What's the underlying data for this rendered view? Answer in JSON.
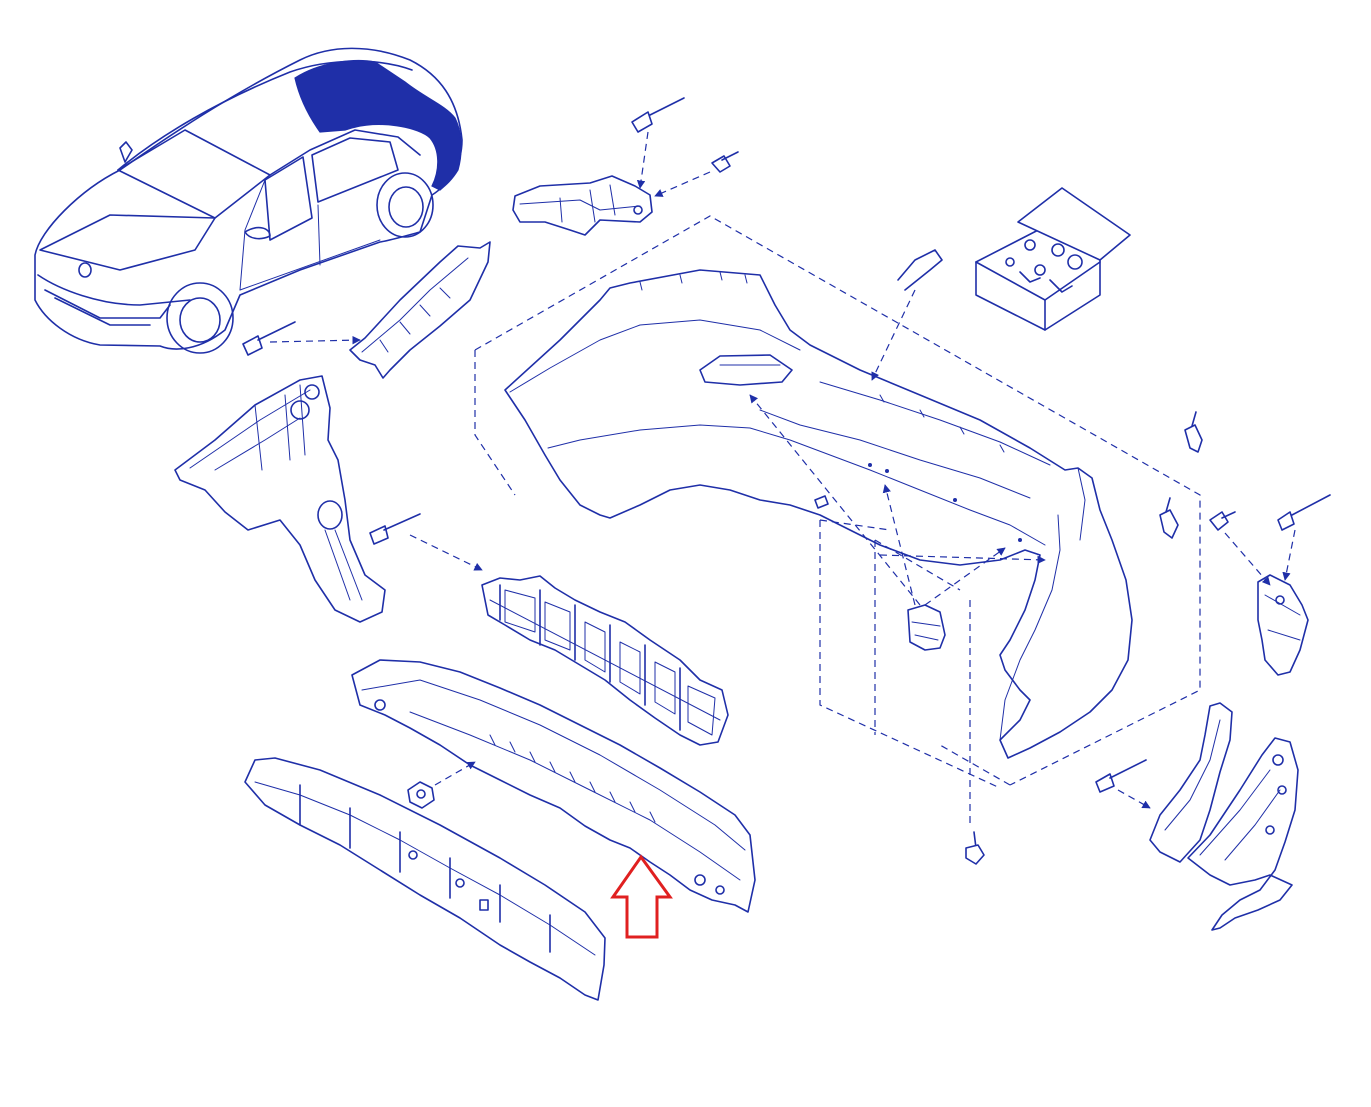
{
  "diagram": {
    "type": "exploded-parts-view",
    "palette": {
      "line": "#1f2fa8",
      "background": "#ffffff",
      "highlight": "#e02020"
    },
    "parts": [
      {
        "name": "vehicle-reference"
      },
      {
        "name": "upper-left-bracket"
      },
      {
        "name": "left-side-guide"
      },
      {
        "name": "left-rear-bracket"
      },
      {
        "name": "rear-bumper-cover"
      },
      {
        "name": "energy-absorber"
      },
      {
        "name": "bumper-reinforcement"
      },
      {
        "name": "lower-beam"
      },
      {
        "name": "hardware-kit-box"
      },
      {
        "name": "right-side-guides"
      },
      {
        "name": "right-rear-bracket"
      },
      {
        "name": "fasteners"
      }
    ],
    "highlighted_part": "bumper-reinforcement",
    "indicator": {
      "shape": "hollow-up-arrow",
      "color": "#e02020"
    }
  }
}
